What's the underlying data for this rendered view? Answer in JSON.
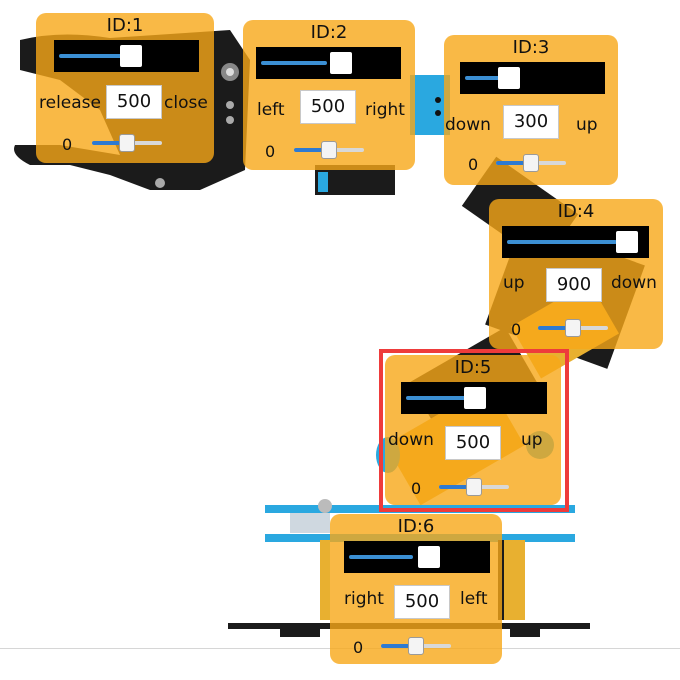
{
  "servos": [
    {
      "title": "ID:1",
      "left_label": "release",
      "right_label": "close",
      "value": "500",
      "fraction": 0.5,
      "min_label": "0"
    },
    {
      "title": "ID:2",
      "left_label": "left",
      "right_label": "right",
      "value": "500",
      "fraction": 0.5,
      "min_label": "0"
    },
    {
      "title": "ID:3",
      "left_label": "down",
      "right_label": "up",
      "value": "300",
      "fraction": 0.3,
      "min_label": "0"
    },
    {
      "title": "ID:4",
      "left_label": "up",
      "right_label": "down",
      "value": "900",
      "fraction": 0.9,
      "min_label": "0"
    },
    {
      "title": "ID:5",
      "left_label": "down",
      "right_label": "up",
      "value": "500",
      "fraction": 0.5,
      "min_label": "0"
    },
    {
      "title": "ID:6",
      "left_label": "right",
      "right_label": "left",
      "value": "500",
      "fraction": 0.5,
      "min_label": "0"
    }
  ],
  "selected_servo": "ID:5",
  "colors": {
    "panel": "#f8a818",
    "highlight": "#ee3b3b",
    "robot_blue": "#2aa8e0",
    "robot_black": "#1b1b1b"
  }
}
